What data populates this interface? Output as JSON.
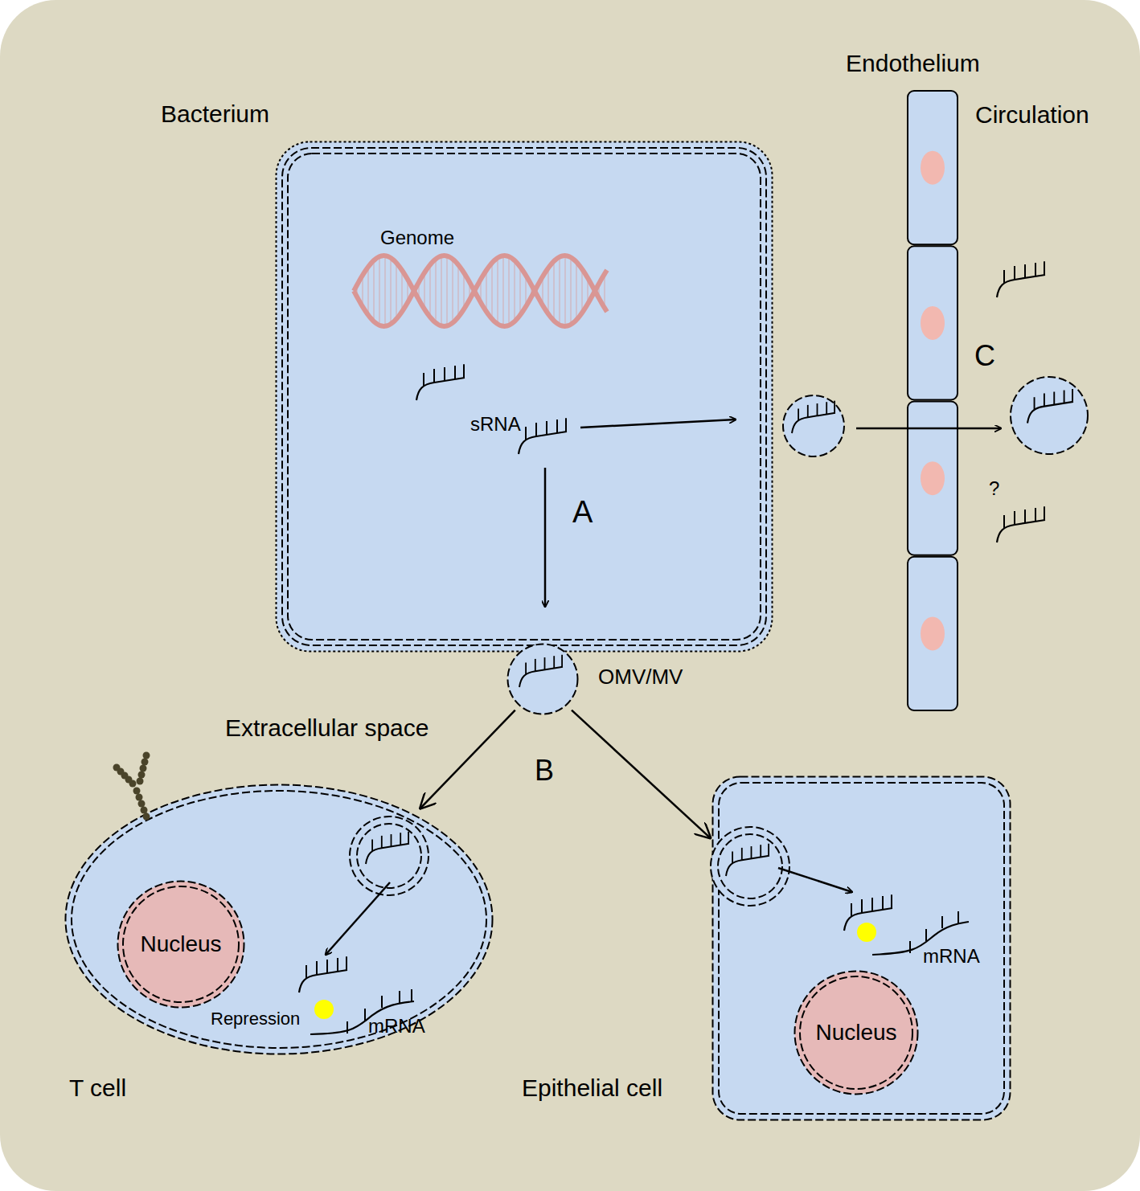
{
  "diagram": {
    "nodes": [
      {
        "text": [
          "Bacterium"
        ]
      },
      {
        "text": [
          "OMV/MV"
        ]
      },
      {
        "text": [
          "T cell"
        ]
      },
      {
        "text": [
          "Nucleus"
        ],
        "in": 2
      },
      {
        "text": [
          "Epithelial cell"
        ]
      },
      {
        "text": [
          "Nucleus"
        ],
        "in": 4
      },
      {
        "text": [
          "Endothelium"
        ]
      }
    ],
    "edges": [
      {
        "from": 1,
        "to": 2,
        "arrow": "to"
      },
      {
        "from": 1,
        "to": 4,
        "arrow": "to"
      }
    ],
    "labels": [
      "Circulation",
      "Genome",
      "sRNA",
      "C",
      "A",
      "?",
      "Extracellular space",
      "B",
      "Repression",
      "mRNA",
      "mRNA"
    ]
  }
}
